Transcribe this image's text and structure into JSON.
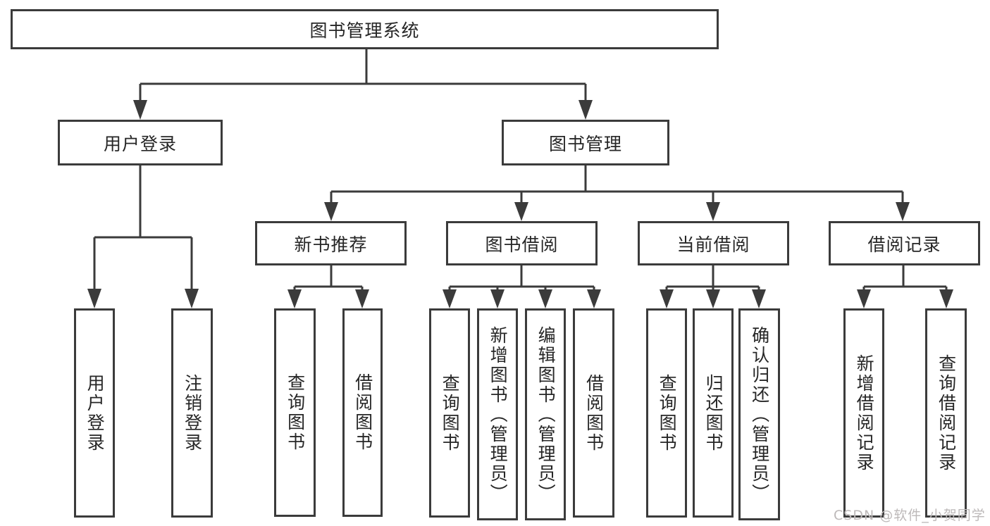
{
  "page": {
    "background": "#ffffff"
  },
  "colors": {
    "line": "#3b3b3b",
    "box_border": "#3b3b3b",
    "box_fill": "#ffffff",
    "text": "#262626",
    "watermark": "#bdb9b9"
  },
  "watermark": {
    "text": "CSDN @软件_小贺同学"
  },
  "nodes": {
    "root": "图书管理系统",
    "user_branch": {
      "label": "用户登录",
      "children": [
        "用户登录",
        "注销登录"
      ]
    },
    "mgmt_branch": {
      "label": "图书管理",
      "groups": [
        {
          "label": "新书推荐",
          "children": [
            "查询图书",
            "借阅图书"
          ]
        },
        {
          "label": "图书借阅",
          "children": [
            "查询图书",
            "新增图书（管理员）",
            "编辑图书（管理员）",
            "借阅图书"
          ]
        },
        {
          "label": "当前借阅",
          "children": [
            "查询图书",
            "归还图书",
            "确认归还（管理员）"
          ]
        },
        {
          "label": "借阅记录",
          "children": [
            "新增借阅记录",
            "查询借阅记录"
          ]
        }
      ]
    }
  }
}
